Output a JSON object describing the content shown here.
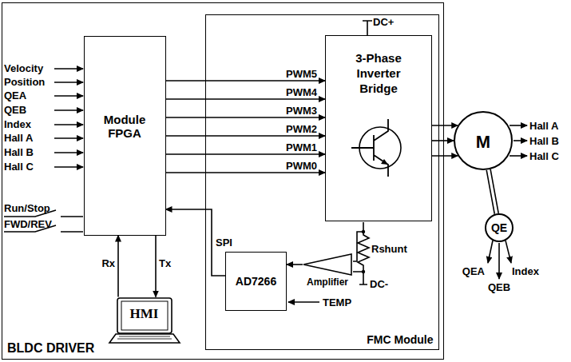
{
  "diagram": {
    "nodes": [
      {
        "text": [
          "BLDC DRIVER"
        ]
      },
      {
        "text": [
          "Module FPGA"
        ],
        "in": 0
      },
      {
        "text": [
          "HMI"
        ],
        "in": 0
      },
      {
        "text": [
          "FMC Module"
        ],
        "in": 0
      },
      {
        "text": [
          "3-Phase Inverter Bridge"
        ],
        "in": 3
      },
      {
        "text": [
          "AD7266"
        ],
        "in": 3
      },
      {
        "text": [
          "Amplifier"
        ],
        "in": 3
      },
      {
        "text": [
          "M"
        ]
      },
      {
        "text": [
          "QE"
        ]
      }
    ],
    "edges": [
      {
        "from": 1,
        "to": 4,
        "label": "PWM5",
        "arrow": "to"
      },
      {
        "from": 1,
        "to": 4,
        "label": "PWM4",
        "arrow": "to"
      },
      {
        "from": 1,
        "to": 4,
        "label": "PWM3",
        "arrow": "to"
      },
      {
        "from": 1,
        "to": 4,
        "label": "PWM2",
        "arrow": "to"
      },
      {
        "from": 1,
        "to": 4,
        "label": "PWM1",
        "arrow": "to"
      },
      {
        "from": 1,
        "to": 4,
        "label": "PWM0",
        "arrow": "to"
      },
      {
        "from": 2,
        "to": 1,
        "label": "Rx",
        "arrow": "to"
      },
      {
        "from": 1,
        "to": 2,
        "label": "Tx",
        "arrow": "to"
      },
      {
        "from": 5,
        "to": 1,
        "label": "SPI",
        "arrow": "to"
      },
      {
        "from": 6,
        "to": 5,
        "arrow": "to"
      },
      {
        "from": 4,
        "to": 7,
        "arrow": "to"
      },
      {
        "from": 4,
        "to": 7,
        "arrow": "to"
      },
      {
        "from": 4,
        "to": 7,
        "arrow": "to"
      },
      {
        "from": 7,
        "to": 8,
        "arrow": "none"
      }
    ],
    "labels": [
      "Velocity",
      "Position",
      "QEA",
      "QEB",
      "Index",
      "Hall A",
      "Hall B",
      "Hall C",
      "Run/Stop",
      "FWD/REV",
      "DC+",
      "Rshunt",
      "DC-",
      "TEMP",
      "Hall A",
      "Hall B",
      "Hall C",
      "QEA",
      "QEB",
      "Index"
    ]
  }
}
